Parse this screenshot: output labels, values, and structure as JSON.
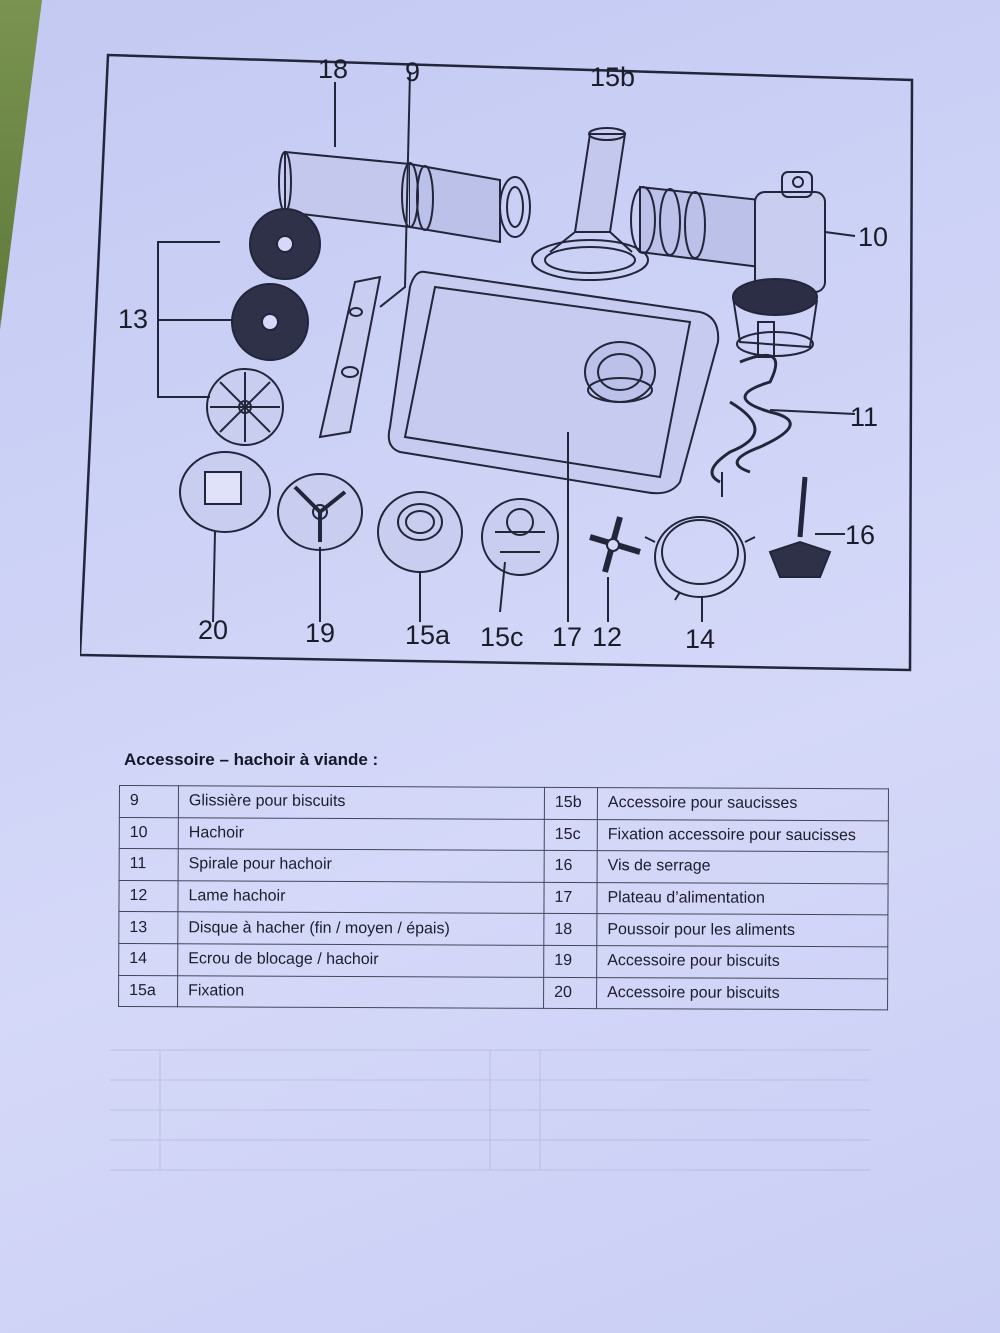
{
  "diagram": {
    "callouts": [
      "18",
      "9",
      "15b",
      "10",
      "13",
      "11",
      "16",
      "20",
      "19",
      "15a",
      "15c",
      "17",
      "12",
      "14"
    ]
  },
  "section_title": "Accessoire – hachoir à viande :",
  "parts_table": {
    "rows": [
      {
        "num_left": "9",
        "desc_left": "Glissière pour biscuits",
        "num_right": "15b",
        "desc_right": "Accessoire pour saucisses"
      },
      {
        "num_left": "10",
        "desc_left": "Hachoir",
        "num_right": "15c",
        "desc_right": "Fixation accessoire pour saucisses"
      },
      {
        "num_left": "11",
        "desc_left": "Spirale pour hachoir",
        "num_right": "16",
        "desc_right": "Vis de serrage"
      },
      {
        "num_left": "12",
        "desc_left": "Lame hachoir",
        "num_right": "17",
        "desc_right": "Plateau d’alimentation"
      },
      {
        "num_left": "13",
        "desc_left": "Disque à hacher (fin / moyen / épais)",
        "num_right": "18",
        "desc_right": "Poussoir pour les aliments"
      },
      {
        "num_left": "14",
        "desc_left": "Ecrou de blocage / hachoir",
        "num_right": "19",
        "desc_right": "Accessoire pour biscuits"
      },
      {
        "num_left": "15a",
        "desc_left": "Fixation",
        "num_right": "20",
        "desc_right": "Accessoire pour biscuits"
      }
    ]
  }
}
